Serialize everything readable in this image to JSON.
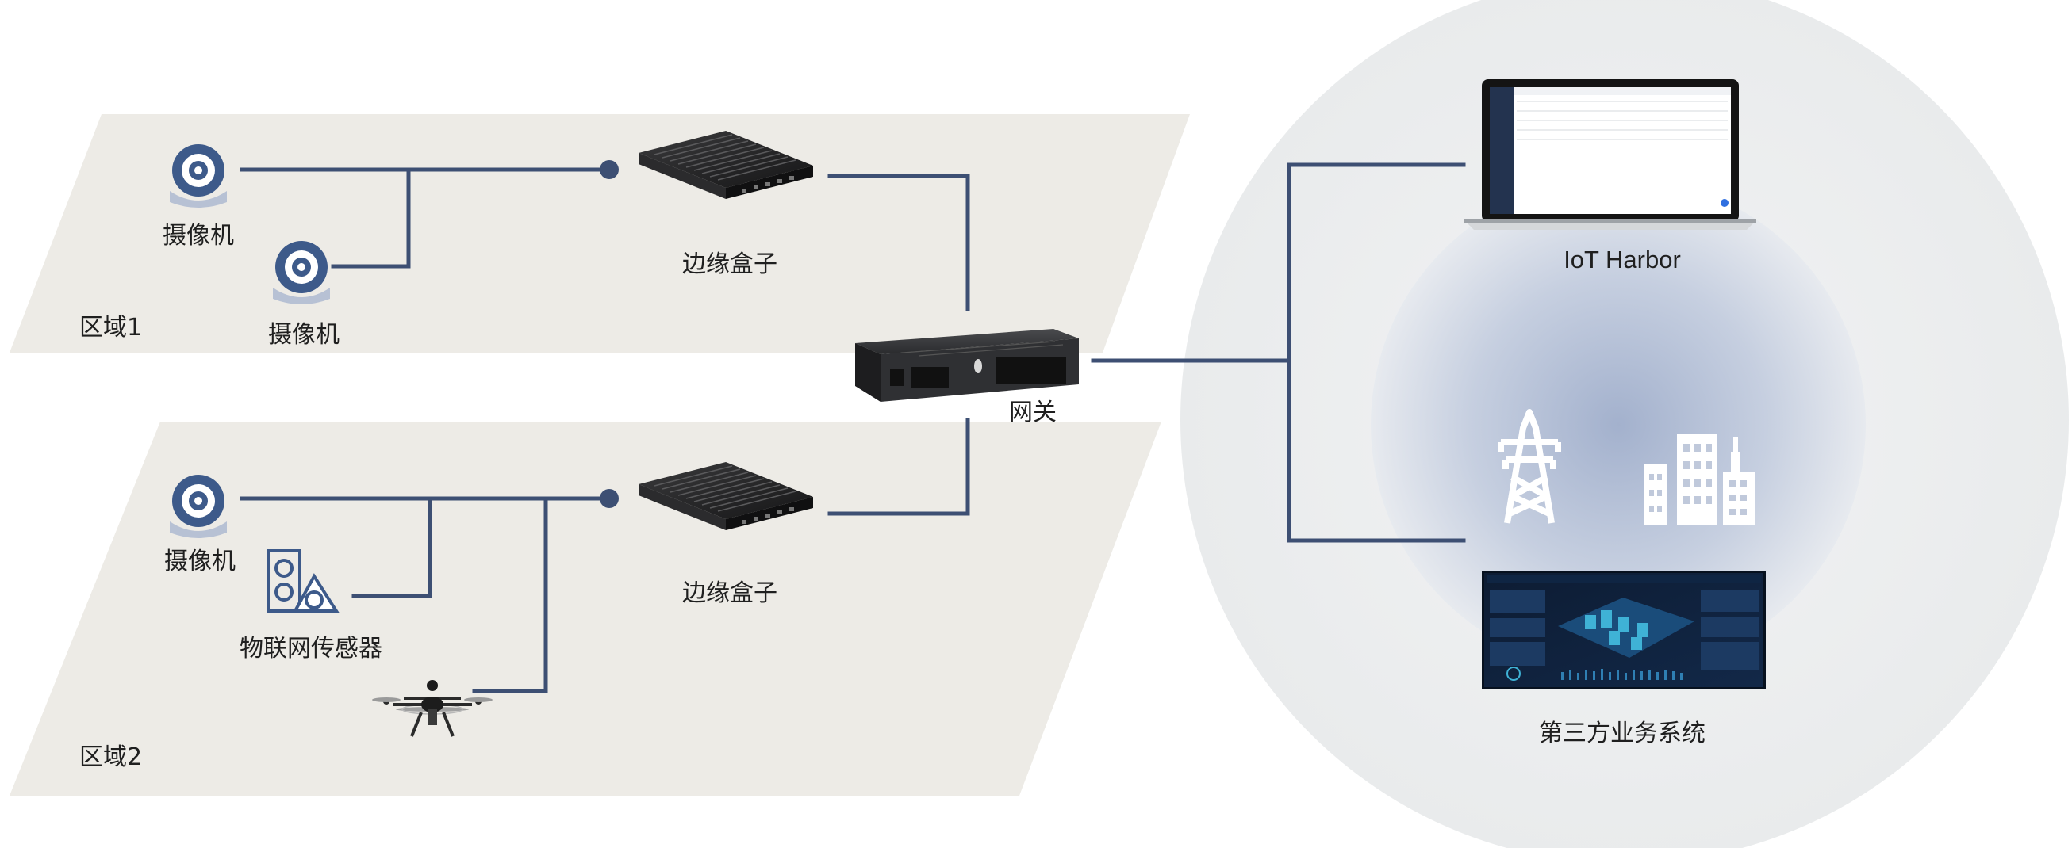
{
  "zones": {
    "zone1": "区域1",
    "zone2": "区域2"
  },
  "devices": {
    "camera_1": "摄像机",
    "camera_2": "摄像机",
    "camera_3": "摄像机",
    "edge_box_1": "边缘盒子",
    "edge_box_2": "边缘盒子",
    "iot_sensor": "物联网传感器",
    "gateway": "网关"
  },
  "cloud": {
    "platform": "IoT Harbor",
    "third_party": "第三方业务系统"
  },
  "colors": {
    "line": "#3d4f73",
    "zone_fill": "#edebe6",
    "icon": "#3d5a8a",
    "circle_outer": "#eceeef",
    "circle_inner": "#a9b6d0"
  }
}
